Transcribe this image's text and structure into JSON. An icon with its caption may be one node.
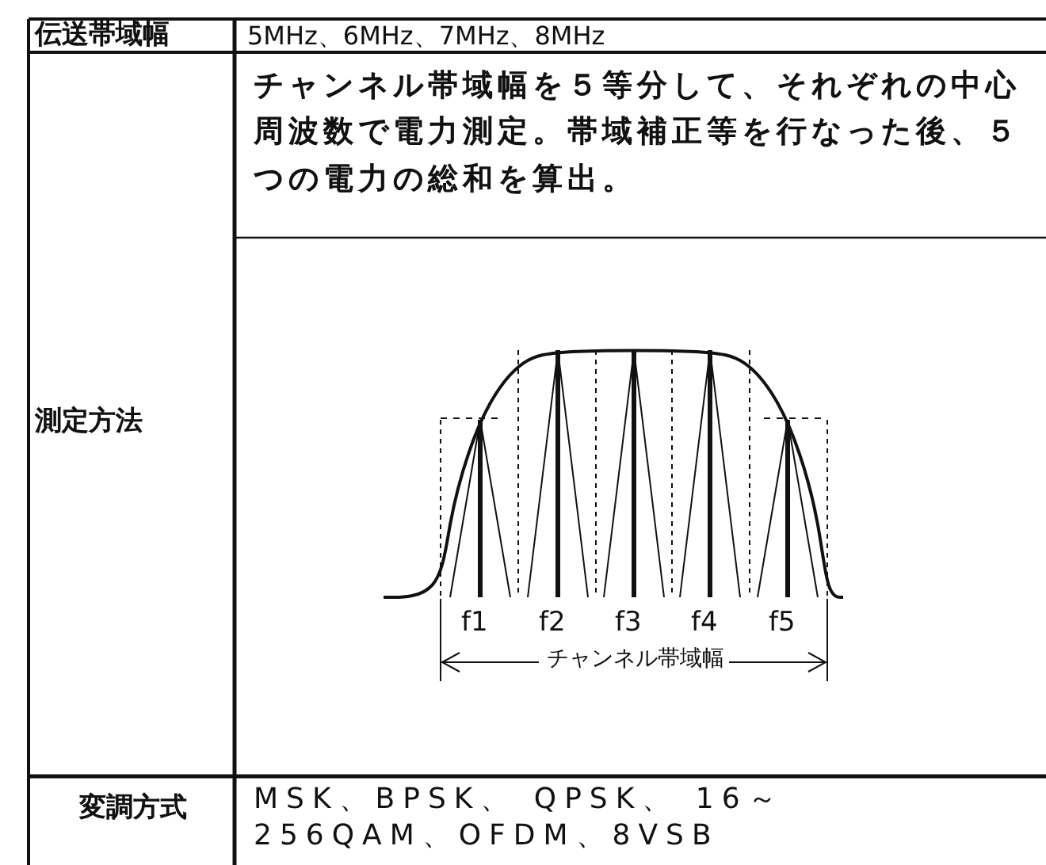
{
  "diagram": {
    "labels": [
      "伝送帯域幅",
      "5MHz、6MHz、7MHz、8MHz",
      "測定方法",
      "チャンネル帯域幅を５等分して、それぞれの中心周波数で電力測定。帯域補正等を行なった後、５つの電力の総和を算出。",
      "f1",
      "f2",
      "f3",
      "f4",
      "f5",
      "チャンネル帯域幅",
      "変調方式",
      "MSK、BPSK、 QPSK、 16～256QAM、OFDM、8VSB"
    ]
  }
}
